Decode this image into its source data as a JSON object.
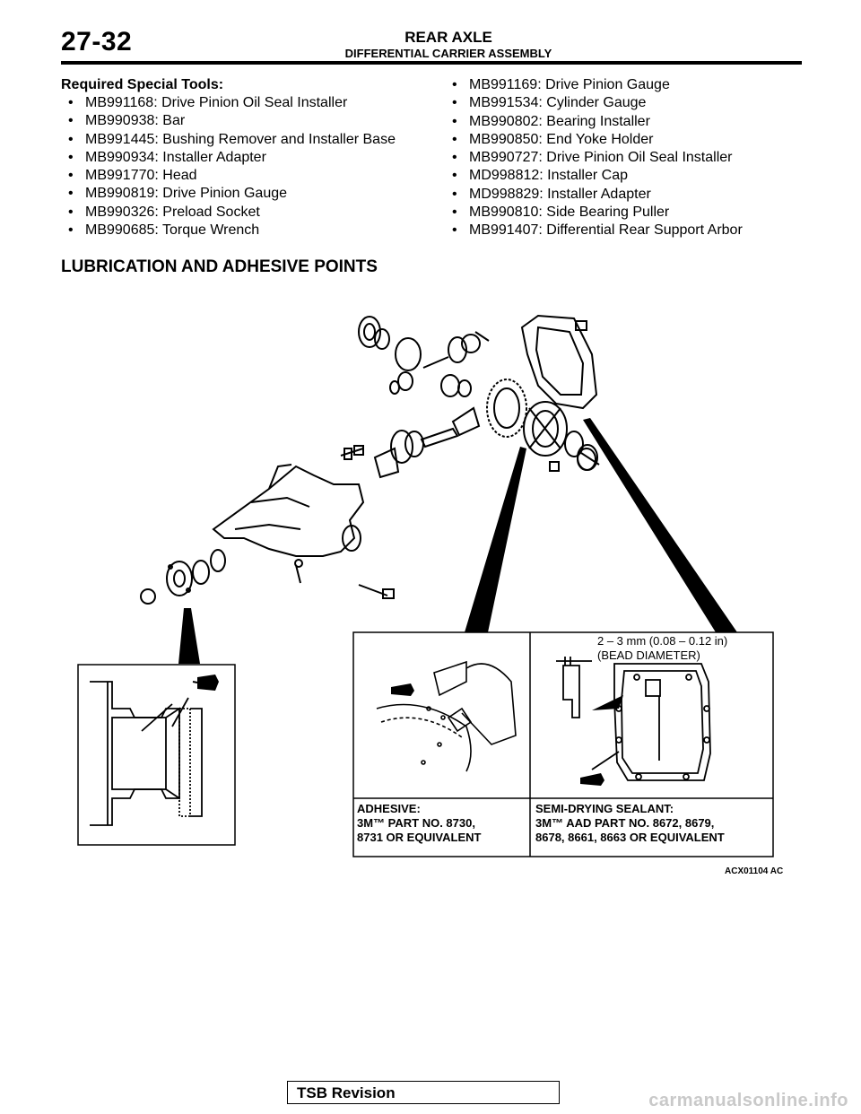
{
  "header": {
    "page_number": "27-32",
    "title": "REAR AXLE",
    "subtitle": "DIFFERENTIAL CARRIER ASSEMBLY"
  },
  "tools": {
    "heading": "Required Special Tools:",
    "left": [
      "MB991168: Drive Pinion Oil Seal Installer",
      "MB990938: Bar",
      "MB991445: Bushing Remover and Installer Base",
      "MB990934: Installer Adapter",
      "MB991770: Head",
      "MB990819: Drive Pinion Gauge",
      "MB990326: Preload Socket",
      "MB990685: Torque Wrench"
    ],
    "right": [
      "MB991169: Drive Pinion Gauge",
      "MB991534: Cylinder Gauge",
      "MB990802: Bearing Installer",
      "MB990850: End Yoke Holder",
      "MB990727: Drive Pinion Oil Seal Installer",
      "MD998812: Installer Cap",
      "MD998829: Installer Adapter",
      "MB990810: Side Bearing Puller",
      "MB991407: Differential Rear Support Arbor"
    ]
  },
  "section": {
    "heading": "LUBRICATION AND ADHESIVE POINTS"
  },
  "figure": {
    "bead_line1": "2 – 3 mm (0.08 – 0.12 in)",
    "bead_line2": "(BEAD DIAMETER)",
    "adhesive": [
      "ADHESIVE:",
      "3M™  PART NO. 8730,",
      "8731 OR EQUIVALENT"
    ],
    "sealant": [
      "SEMI-DRYING SEALANT:",
      "3M™  AAD PART NO. 8672, 8679,",
      "8678, 8661, 8663 OR EQUIVALENT"
    ],
    "code": "ACX01104 AC"
  },
  "footer": {
    "tsb": "TSB Revision",
    "watermark": "carmanualsonline.info"
  }
}
